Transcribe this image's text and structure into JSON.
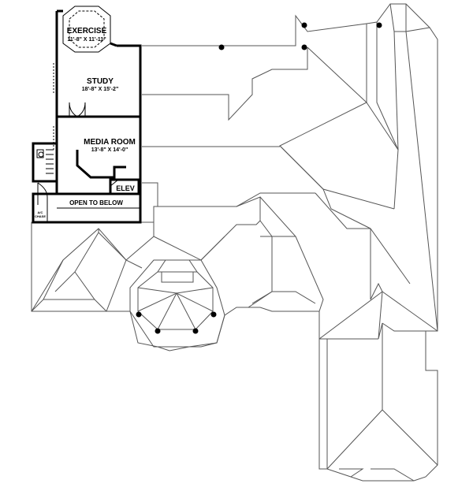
{
  "rooms": {
    "exercise": {
      "name": "EXERCISE",
      "dims": "11'-8\" X 11'-11\""
    },
    "study": {
      "name": "STUDY",
      "dims": "18'-8\" X 15'-2\""
    },
    "media_room": {
      "name": "MEDIA ROOM",
      "dims": "13'-8\" X 14'-0\""
    },
    "elev": {
      "name": "ELEV"
    },
    "open_to_below": {
      "name": "OPEN TO BELOW"
    },
    "ac_chase": {
      "line1": "A/C",
      "line2": "CHASE"
    }
  }
}
